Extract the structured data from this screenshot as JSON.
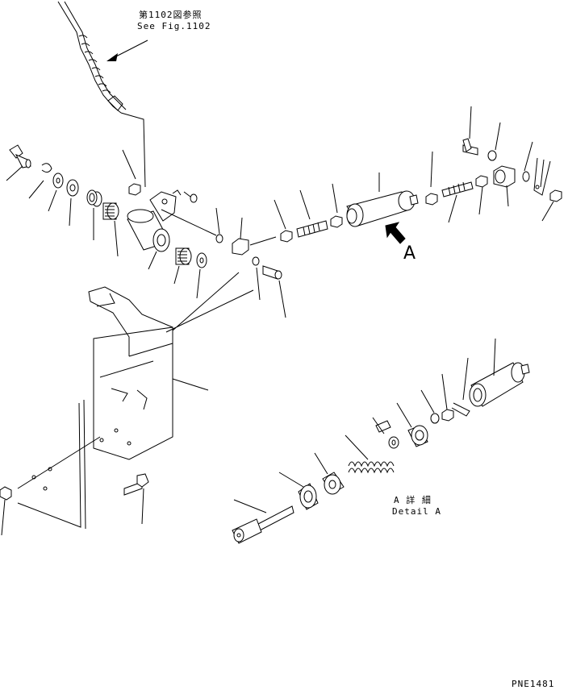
{
  "labels": {
    "ref_fig_ja": "第1102図参照",
    "ref_fig_en": "See Fig.1102",
    "view_letter": "A",
    "detail_ja": "A 詳 細",
    "detail_en": "Detail A",
    "drawing_code": "PNE1481"
  },
  "icons": {
    "view_arrow": "bold-arrow-icon"
  },
  "colors": {
    "line": "#000000",
    "background": "#ffffff"
  }
}
